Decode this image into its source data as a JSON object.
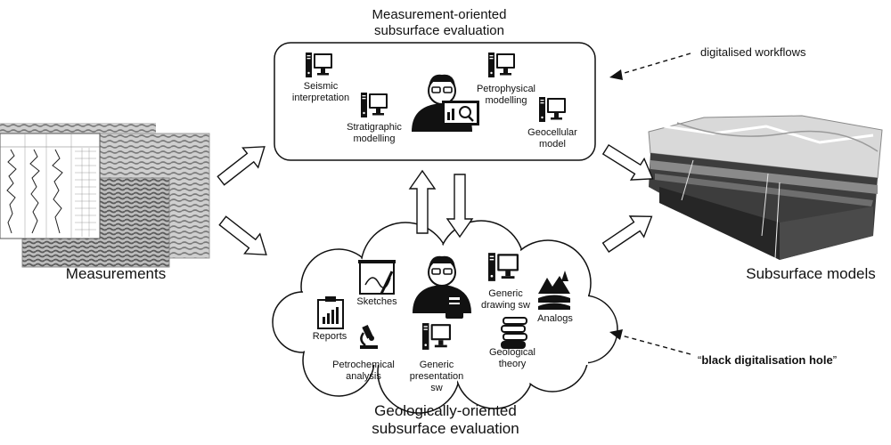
{
  "top_box": {
    "title_line1": "Measurement-oriented",
    "title_line2": "subsurface evaluation",
    "items": [
      {
        "line1": "Seismic",
        "line2": "interpretation"
      },
      {
        "line1": "Stratigraphic",
        "line2": "modelling"
      },
      {
        "line1": "Petrophysical",
        "line2": "modelling"
      },
      {
        "line1": "Geocellular",
        "line2": "model"
      }
    ]
  },
  "cloud": {
    "title_line1": "Geologically-oriented",
    "title_line2": "subsurface evaluation",
    "items": [
      {
        "line1": "Sketches"
      },
      {
        "line1": "Generic",
        "line2": "drawing sw"
      },
      {
        "line1": "Analogs"
      },
      {
        "line1": "Reports"
      },
      {
        "line1": "Petrochemical",
        "line2": "analysis"
      },
      {
        "line1": "Generic",
        "line2": "presentation",
        "line3": "sw"
      },
      {
        "line1": "Geological",
        "line2": "theory"
      }
    ]
  },
  "left": {
    "label": "Measurements"
  },
  "right": {
    "label": "Subsurface models"
  },
  "notes": {
    "digital": "digitalised workflows",
    "black_prefix": "“",
    "black_bold": "black digitalisation hole",
    "black_suffix": "”"
  },
  "icons": {
    "computer": "desktop-computer-icon",
    "person": "analyst-person-icon",
    "sketch": "sketch-board-icon",
    "report": "report-clipboard-icon",
    "analogs": "landscape-analogs-icon",
    "microscope": "microscope-icon",
    "books": "book-stack-icon"
  }
}
